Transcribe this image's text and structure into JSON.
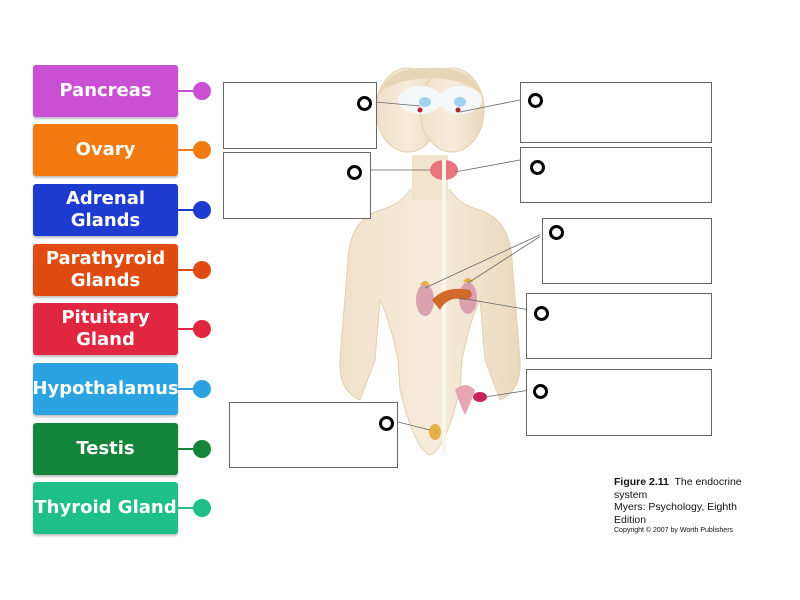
{
  "labels": [
    {
      "text": "Pancreas",
      "color": "#c94fd3"
    },
    {
      "text": "Ovary",
      "color": "#f27a10"
    },
    {
      "text": "Adrenal\nGlands",
      "color": "#1d3ccf"
    },
    {
      "text": "Parathyroid\nGlands",
      "color": "#e04b12"
    },
    {
      "text": "Pituitary\nGland",
      "color": "#e1263f"
    },
    {
      "text": "Hypothalamus",
      "color": "#2aa3e0"
    },
    {
      "text": "Testis",
      "color": "#14843a"
    },
    {
      "text": "Thyroid Gland",
      "color": "#1fbf8a"
    }
  ],
  "caption": {
    "figure": "Figure 2.11",
    "title": "The endocrine system",
    "source": "Myers: Psychology, Eighth Edition",
    "copyright": "Copyright © 2007 by Worth Publishers"
  },
  "icons": [
    "drop-target-pin",
    "endocrine-body-illustration"
  ]
}
